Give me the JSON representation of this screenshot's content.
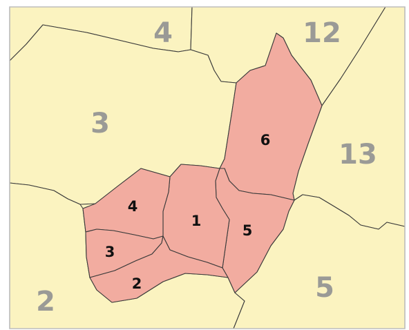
{
  "map": {
    "colors": {
      "outer_fill": "#fbf3c0",
      "inner_fill": "#f2aca0",
      "border": "#3a3a3a",
      "outer_label": "#9a9a96",
      "inner_label": "#111111"
    },
    "outer_regions": [
      {
        "id": "outer-2",
        "label": "2"
      },
      {
        "id": "outer-3",
        "label": "3"
      },
      {
        "id": "outer-4",
        "label": "4"
      },
      {
        "id": "outer-5",
        "label": "5"
      },
      {
        "id": "outer-12",
        "label": "12"
      },
      {
        "id": "outer-13",
        "label": "13"
      }
    ],
    "inner_regions": [
      {
        "id": "inner-1",
        "label": "1"
      },
      {
        "id": "inner-2",
        "label": "2"
      },
      {
        "id": "inner-3",
        "label": "3"
      },
      {
        "id": "inner-4",
        "label": "4"
      },
      {
        "id": "inner-5",
        "label": "5"
      },
      {
        "id": "inner-6",
        "label": "6"
      }
    ]
  }
}
